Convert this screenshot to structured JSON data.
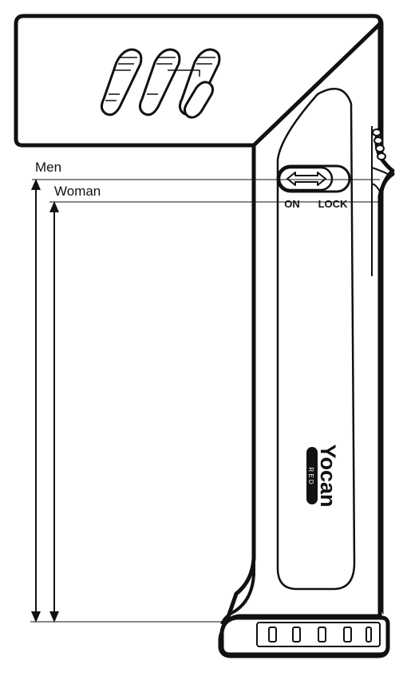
{
  "labels": {
    "men": "Men",
    "woman": "Woman",
    "switch_on": "ON",
    "switch_lock": "LOCK",
    "brand": "Yocan",
    "brand_sub": "R E D"
  },
  "colors": {
    "outline": "#111111",
    "background": "#ffffff",
    "brand_badge": "#111111"
  }
}
